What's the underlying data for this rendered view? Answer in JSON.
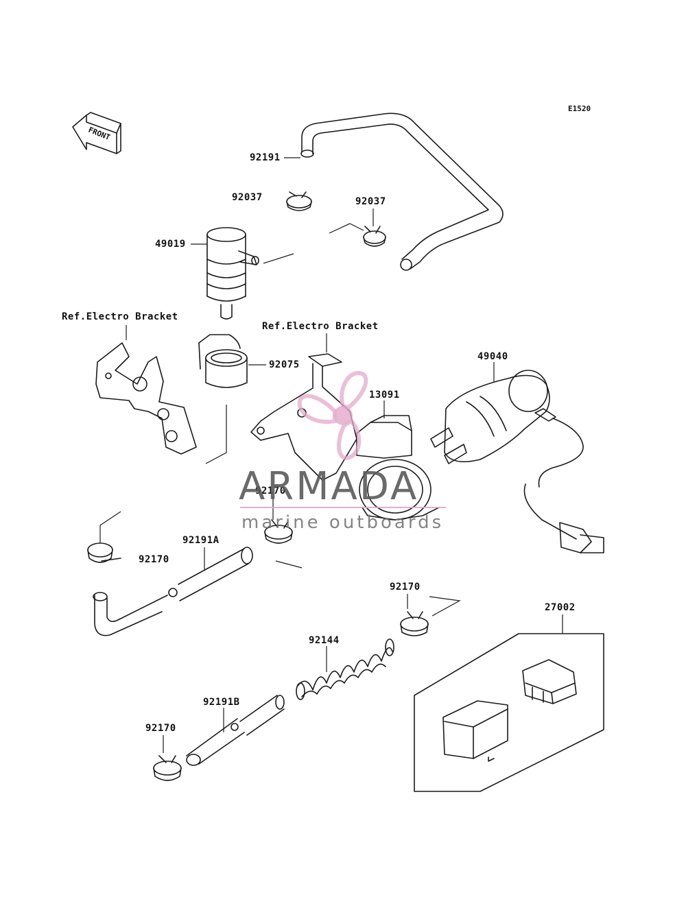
{
  "diagram": {
    "code": "E1520",
    "front_label": "FRONT",
    "ref_labels": [
      "Ref.Electro Bracket",
      "Ref.Electro Bracket"
    ],
    "parts": [
      {
        "number": "92191"
      },
      {
        "number": "92037"
      },
      {
        "number": "92037"
      },
      {
        "number": "49019"
      },
      {
        "number": "92075"
      },
      {
        "number": "13091"
      },
      {
        "number": "49040"
      },
      {
        "number": "92170"
      },
      {
        "number": "92170"
      },
      {
        "number": "92191A"
      },
      {
        "number": "92170"
      },
      {
        "number": "27002"
      },
      {
        "number": "92144"
      },
      {
        "number": "92191B"
      },
      {
        "number": "92170"
      }
    ]
  },
  "watermark": {
    "title": "ARMADA",
    "subtitle": "marine outboards",
    "accent_color": "#e2a6c8",
    "text_color": "#5a5a5a"
  }
}
